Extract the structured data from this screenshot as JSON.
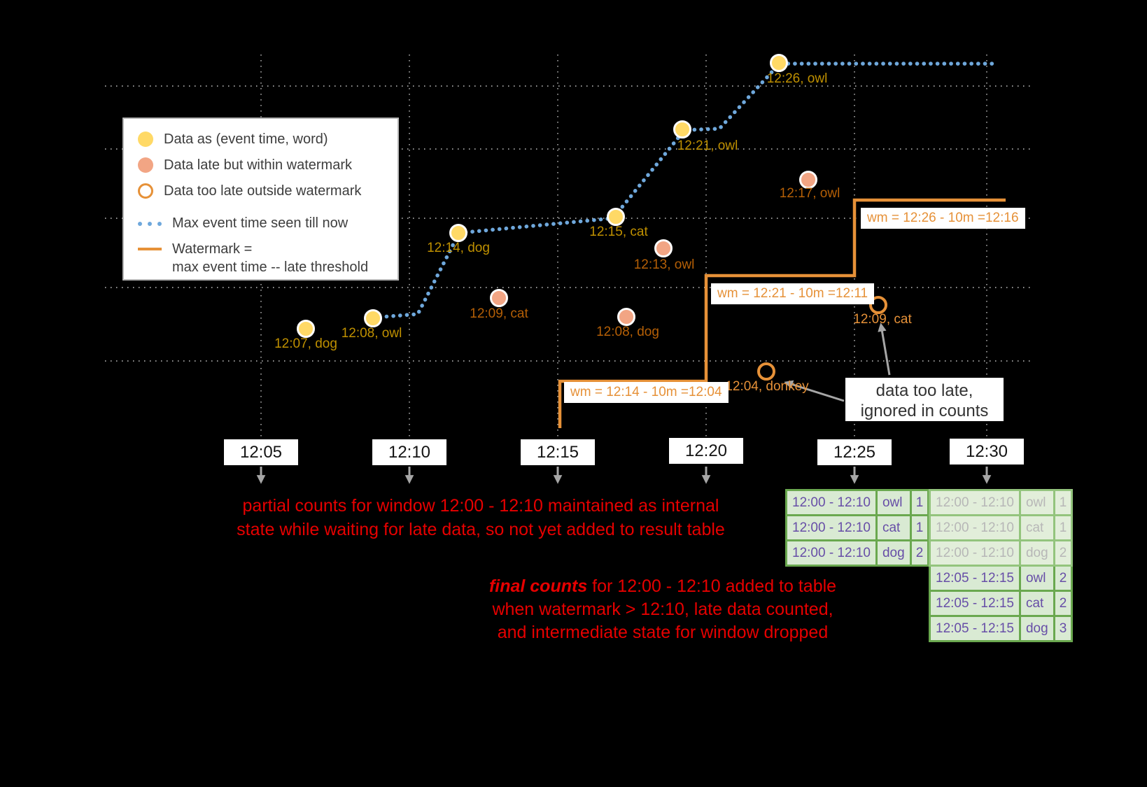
{
  "legend": {
    "on_time": "Data as (event time, word)",
    "late_within": "Data late but within watermark",
    "too_late": "Data too late outside watermark",
    "max_event_time": "Max event time seen till now",
    "watermark_line1": "Watermark =",
    "watermark_line2": "max event time -- late threshold"
  },
  "axis_ticks": [
    "12:05",
    "12:10",
    "12:15",
    "12:20",
    "12:25",
    "12:30"
  ],
  "points": {
    "on_time": [
      {
        "label": "12:07, dog"
      },
      {
        "label": "12:08, owl"
      },
      {
        "label": "12:14, dog"
      },
      {
        "label": "12:15, cat"
      },
      {
        "label": "12:21, owl"
      },
      {
        "label": "12:26, owl"
      }
    ],
    "late_within": [
      {
        "label": "12:09, cat"
      },
      {
        "label": "12:08, dog"
      },
      {
        "label": "12:13, owl"
      },
      {
        "label": "12:17, owl"
      }
    ],
    "too_late": [
      {
        "label": "12:04, donkey"
      },
      {
        "label": "12:09, cat"
      }
    ]
  },
  "watermark_annotations": [
    "wm = 12:14 - 10m =12:04",
    "wm = 12:21 - 10m =12:11",
    "wm = 12:26 - 10m =12:16"
  ],
  "notes": {
    "partial_line1": "partial counts for window 12:00 - 12:10 maintained as internal",
    "partial_line2": "state while waiting for late data, so not yet added to result table",
    "final_emphasis": "final counts",
    "final_line1_rest": " for 12:00 - 12:10 added to table",
    "final_line2": "when watermark > 12:10, late data counted,",
    "final_line3": "and intermediate state for window dropped",
    "too_late_line1": "data too late,",
    "too_late_line2": "ignored in counts"
  },
  "result_tables": {
    "at_12_25": {
      "rows": [
        {
          "window": "12:00 - 12:10",
          "word": "owl",
          "count": "1"
        },
        {
          "window": "12:00 - 12:10",
          "word": "cat",
          "count": "1"
        },
        {
          "window": "12:00 - 12:10",
          "word": "dog",
          "count": "2"
        }
      ]
    },
    "at_12_30": {
      "faded_rows": [
        {
          "window": "12:00 - 12:10",
          "word": "owl",
          "count": "1"
        },
        {
          "window": "12:00 - 12:10",
          "word": "cat",
          "count": "1"
        },
        {
          "window": "12:00 - 12:10",
          "word": "dog",
          "count": "2"
        }
      ],
      "rows": [
        {
          "window": "12:05 - 12:15",
          "word": "owl",
          "count": "2"
        },
        {
          "window": "12:05 - 12:15",
          "word": "cat",
          "count": "2"
        },
        {
          "window": "12:05 - 12:15",
          "word": "dog",
          "count": "3"
        }
      ]
    }
  },
  "colors": {
    "on_time_fill": "#ffd966",
    "late_fill": "#f2a584",
    "too_late_stroke": "#e69138",
    "max_event_time_line": "#6fa8dc",
    "watermark_line": "#e69138",
    "note_red": "#e60000",
    "table_border_green": "#6aa84f",
    "table_text_purple": "#674ea7"
  }
}
